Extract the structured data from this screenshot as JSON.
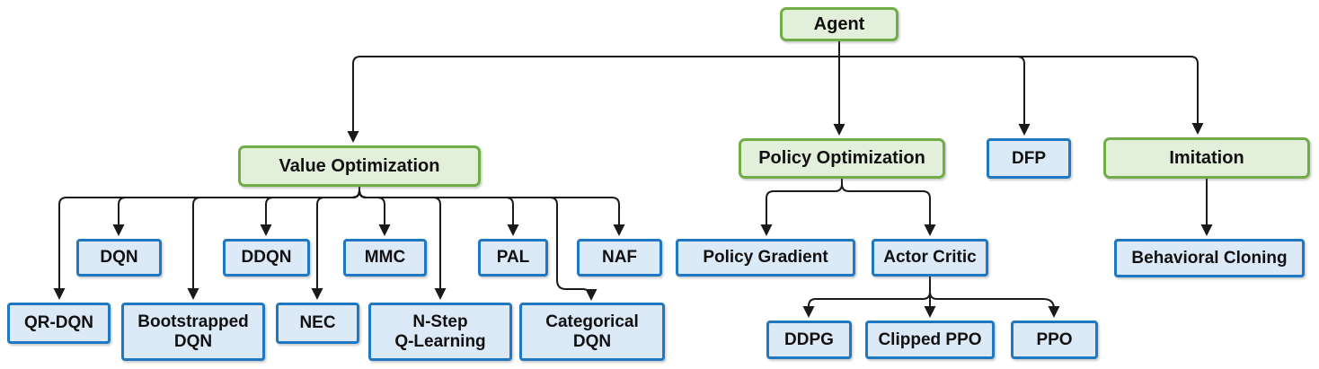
{
  "diagram_type": "tree",
  "colors": {
    "green_node_border": "#70ad47",
    "green_node_fill": "#e2efda",
    "blue_node_border": "#1f78c1",
    "blue_node_fill": "#dce9f7",
    "connector": "#1a1a1a",
    "text": "#111111"
  },
  "nodes": {
    "agent": {
      "label": "Agent",
      "type": "green"
    },
    "value_optimization": {
      "label": "Value Optimization",
      "type": "green"
    },
    "policy_optimization": {
      "label": "Policy Optimization",
      "type": "green"
    },
    "dfp": {
      "label": "DFP",
      "type": "blue"
    },
    "imitation": {
      "label": "Imitation",
      "type": "green"
    },
    "dqn": {
      "label": "DQN",
      "type": "blue"
    },
    "ddqn": {
      "label": "DDQN",
      "type": "blue"
    },
    "mmc": {
      "label": "MMC",
      "type": "blue"
    },
    "pal": {
      "label": "PAL",
      "type": "blue"
    },
    "naf": {
      "label": "NAF",
      "type": "blue"
    },
    "qr_dqn": {
      "label": "QR-DQN",
      "type": "blue"
    },
    "bootstrapped_dqn": {
      "label": "Bootstrapped\nDQN",
      "type": "blue"
    },
    "nec": {
      "label": "NEC",
      "type": "blue"
    },
    "n_step_q_learning": {
      "label": "N-Step\nQ-Learning",
      "type": "blue"
    },
    "categorical_dqn": {
      "label": "Categorical\nDQN",
      "type": "blue"
    },
    "policy_gradient": {
      "label": "Policy Gradient",
      "type": "blue"
    },
    "actor_critic": {
      "label": "Actor Critic",
      "type": "blue"
    },
    "ddpg": {
      "label": "DDPG",
      "type": "blue"
    },
    "clipped_ppo": {
      "label": "Clipped PPO",
      "type": "blue"
    },
    "ppo": {
      "label": "PPO",
      "type": "blue"
    },
    "behavioral_cloning": {
      "label": "Behavioral Cloning",
      "type": "blue"
    }
  },
  "edges": [
    {
      "from": "agent",
      "to": "value_optimization"
    },
    {
      "from": "agent",
      "to": "policy_optimization"
    },
    {
      "from": "agent",
      "to": "dfp"
    },
    {
      "from": "agent",
      "to": "imitation"
    },
    {
      "from": "value_optimization",
      "to": "qr_dqn"
    },
    {
      "from": "value_optimization",
      "to": "dqn"
    },
    {
      "from": "value_optimization",
      "to": "bootstrapped_dqn"
    },
    {
      "from": "value_optimization",
      "to": "ddqn"
    },
    {
      "from": "value_optimization",
      "to": "nec"
    },
    {
      "from": "value_optimization",
      "to": "mmc"
    },
    {
      "from": "value_optimization",
      "to": "n_step_q_learning"
    },
    {
      "from": "value_optimization",
      "to": "pal"
    },
    {
      "from": "value_optimization",
      "to": "categorical_dqn"
    },
    {
      "from": "value_optimization",
      "to": "naf"
    },
    {
      "from": "policy_optimization",
      "to": "policy_gradient"
    },
    {
      "from": "policy_optimization",
      "to": "actor_critic"
    },
    {
      "from": "actor_critic",
      "to": "ddpg"
    },
    {
      "from": "actor_critic",
      "to": "clipped_ppo"
    },
    {
      "from": "actor_critic",
      "to": "ppo"
    },
    {
      "from": "imitation",
      "to": "behavioral_cloning"
    }
  ]
}
